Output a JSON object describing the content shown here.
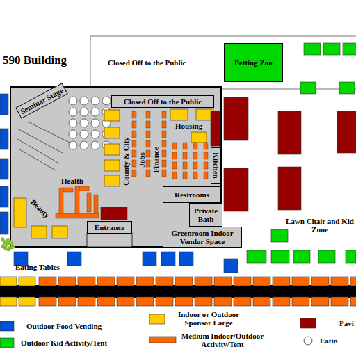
{
  "diagram": {
    "title": "590 Building",
    "nodes": [
      {
        "text": [
          "Petting Zoo"
        ]
      },
      {
        "text": [
          "Seminar Stage"
        ]
      },
      {
        "text": [
          "Closed Off to the Public"
        ]
      },
      {
        "text": [
          "Kitchen"
        ]
      },
      {
        "text": [
          "Restrooms"
        ]
      },
      {
        "text": [
          "Private Bath"
        ]
      },
      {
        "text": [
          "Entrance"
        ]
      },
      {
        "text": [
          "Greenroom Indoor Vendor Space"
        ]
      }
    ],
    "labels": [
      "Closed Off to the Public",
      "County & City",
      "Jobs",
      "Finance",
      "Housing",
      "Health",
      "Beauty",
      "Lawn Chair and Kid Zone",
      "Eating Tables"
    ],
    "legend": [
      {
        "text": "Outdoor Food Vending",
        "color": "#0050d8"
      },
      {
        "text": "Outdoor Kid Activity/Tent",
        "color": "#00d800"
      },
      {
        "text": "Indoor or Outdoor Sponsor Large",
        "color": "#ffcc00"
      },
      {
        "text": "Medium Indoor/Outdoor Activity/Tent",
        "color": "#ff6600"
      },
      {
        "text": "Pavi",
        "color": "#990000"
      },
      {
        "text": "Eatin"
      }
    ]
  }
}
